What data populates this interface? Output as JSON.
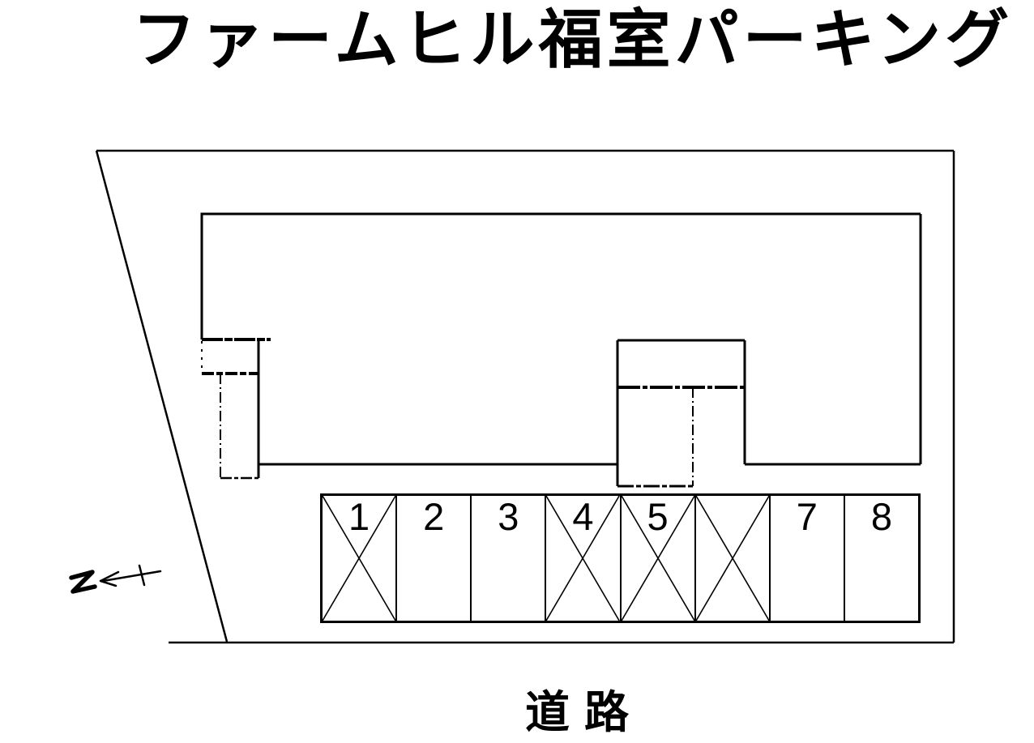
{
  "title": {
    "text": "ファームヒル福室パーキング"
  },
  "road_label": {
    "text": "道路"
  },
  "north_marker": {
    "letter": "N",
    "points_to": "upper-left"
  },
  "colors": {
    "ink": "#000000",
    "background": "#ffffff"
  },
  "parking": {
    "stalls": [
      {
        "number": "1",
        "crossed": true
      },
      {
        "number": "2",
        "crossed": false
      },
      {
        "number": "3",
        "crossed": false
      },
      {
        "number": "4",
        "crossed": true
      },
      {
        "number": "5",
        "crossed": true
      },
      {
        "number": "",
        "crossed": true
      },
      {
        "number": "7",
        "crossed": false
      },
      {
        "number": "8",
        "crossed": false
      }
    ]
  }
}
